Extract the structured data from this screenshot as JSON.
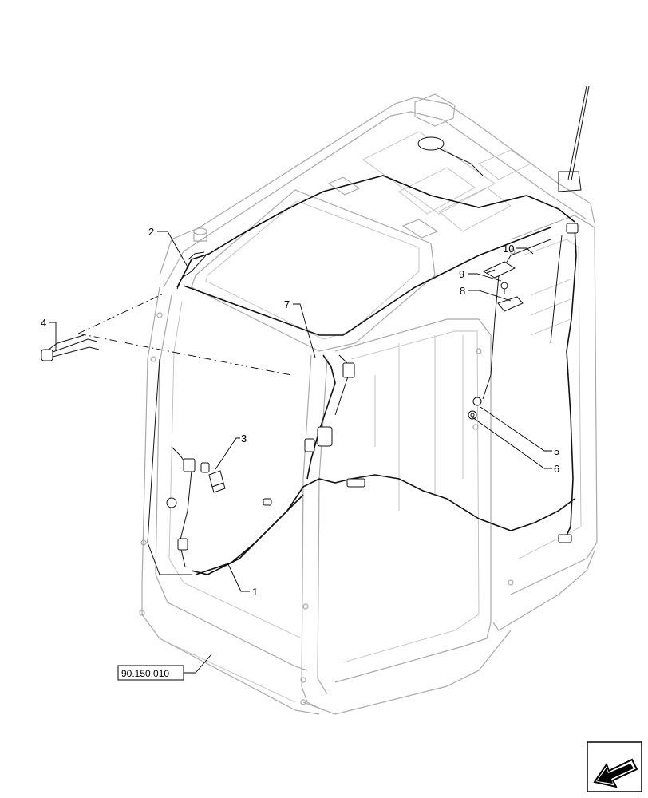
{
  "callouts": [
    {
      "id": "1",
      "text": "1"
    },
    {
      "id": "2",
      "text": "2"
    },
    {
      "id": "3",
      "text": "3"
    },
    {
      "id": "4",
      "text": "4"
    },
    {
      "id": "5",
      "text": "5"
    },
    {
      "id": "6",
      "text": "6"
    },
    {
      "id": "7",
      "text": "7"
    },
    {
      "id": "8",
      "text": "8"
    },
    {
      "id": "9",
      "text": "9"
    },
    {
      "id": "10",
      "text": "10"
    }
  ],
  "reference_box": {
    "text": "90.150.010"
  },
  "nav_icon": {
    "name": "previous-page-arrow-icon"
  }
}
